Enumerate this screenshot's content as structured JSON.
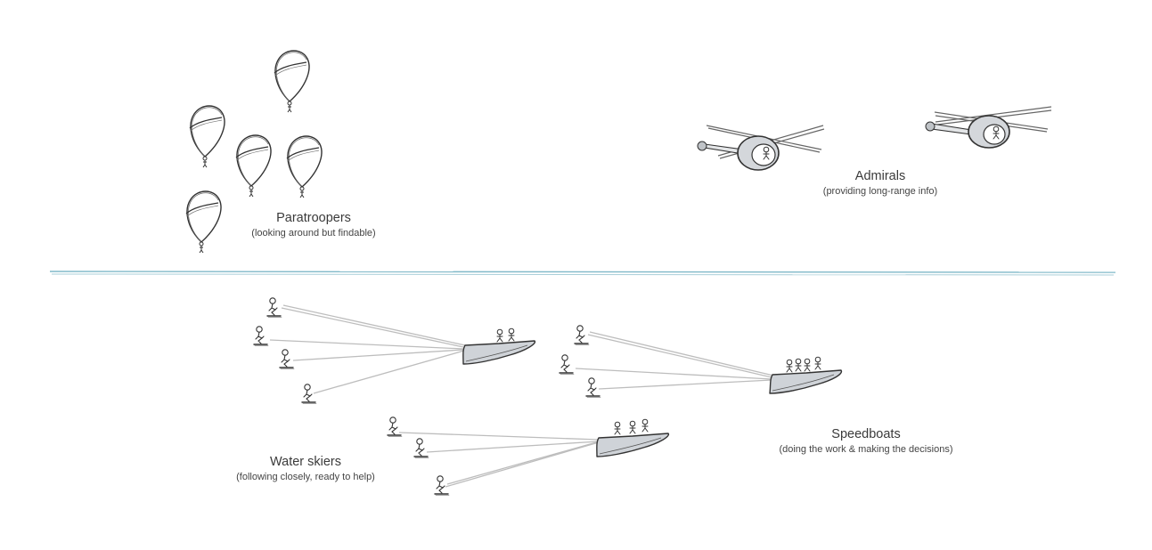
{
  "groups": {
    "paratroopers": {
      "title": "Paratroopers",
      "subtitle": "(looking around but findable)"
    },
    "admirals": {
      "title": "Admirals",
      "subtitle": "(providing long-range info)"
    },
    "water_skiers": {
      "title": "Water skiers",
      "subtitle": "(following closely, ready to help)"
    },
    "speedboats": {
      "title": "Speedboats",
      "subtitle": "(doing the work & making the decisions)"
    }
  },
  "colors": {
    "water_line": "#7fb8c8",
    "hull_fill": "#cfd3d8",
    "rope": "#bdbdbd",
    "ink": "#333333"
  },
  "icons": [
    "parachute-icon",
    "helicopter-icon",
    "speedboat-icon",
    "water-skier-icon",
    "stick-figure-icon"
  ]
}
